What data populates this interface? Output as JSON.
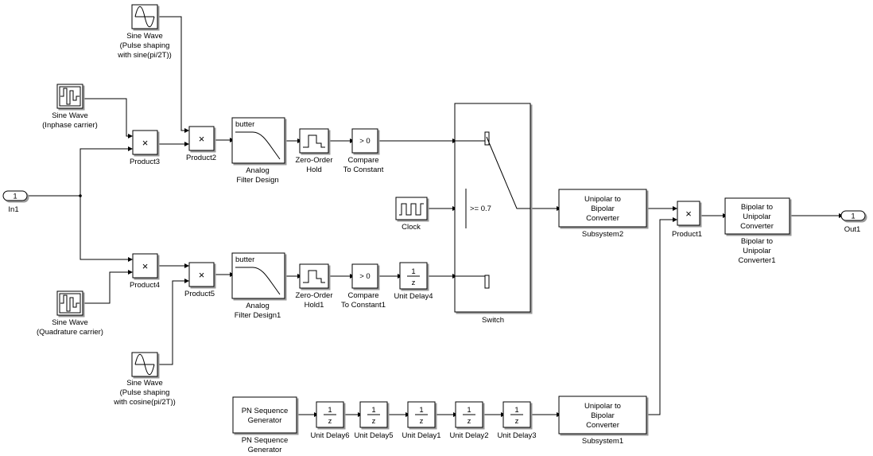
{
  "ports": {
    "in1": {
      "number": "1",
      "label": "In1"
    },
    "out1": {
      "number": "1",
      "label": "Out1"
    }
  },
  "blocks": {
    "sine_pulse_sin": {
      "label": [
        "Sine Wave",
        "(Pulse shaping",
        "with sine(pi/2T))"
      ],
      "icon": "sine-wave-icon"
    },
    "sine_inphase": {
      "label": [
        "Sine Wave",
        "(Inphase carrier)"
      ],
      "icon": "pulse-train-icon"
    },
    "sine_quad": {
      "label": [
        "Sine Wave",
        "(Quadrature carrier)"
      ],
      "icon": "pulse-train-icon"
    },
    "sine_pulse_cos": {
      "label": [
        "Sine Wave",
        "(Pulse shaping",
        "with cosine(pi/2T))"
      ],
      "icon": "sine-wave-icon"
    },
    "product3": {
      "label": "Product3",
      "glyph": "×"
    },
    "product2": {
      "label": "Product2",
      "glyph": "×"
    },
    "product4": {
      "label": "Product4",
      "glyph": "×"
    },
    "product5": {
      "label": "Product5",
      "glyph": "×"
    },
    "product1": {
      "label": "Product1",
      "glyph": "×"
    },
    "filter1": {
      "label": [
        "Analog",
        "Filter Design"
      ],
      "text": "butter"
    },
    "filter2": {
      "label": [
        "Analog",
        "Filter Design1"
      ],
      "text": "butter"
    },
    "zoh1": {
      "label": [
        "Zero-Order",
        "Hold"
      ]
    },
    "zoh2": {
      "label": [
        "Zero-Order",
        "Hold1"
      ]
    },
    "compare1": {
      "label": [
        "Compare",
        "To Constant"
      ],
      "text": "> 0"
    },
    "compare2": {
      "label": [
        "Compare",
        "To Constant1"
      ],
      "text": "> 0"
    },
    "unit_delay4": {
      "label": "Unit Delay4",
      "num": "1",
      "den": "z"
    },
    "clock": {
      "label": "Clock"
    },
    "switch": {
      "label": "Switch",
      "threshold": ">= 0.7"
    },
    "subsystem2": {
      "label": "Subsystem2",
      "text": [
        "Unipolar to",
        "Bipolar",
        "Converter"
      ]
    },
    "subsystem1": {
      "label": "Subsystem1",
      "text": [
        "Unipolar to",
        "Bipolar",
        "Converter"
      ]
    },
    "bipolar": {
      "label": [
        "Bipolar to",
        "Unipolar",
        "Converter1"
      ],
      "text": [
        "Bipolar to",
        "Unipolar",
        "Converter"
      ]
    },
    "pn": {
      "label": [
        "PN Sequence",
        "Generator"
      ],
      "text": [
        "PN Sequence",
        "Generator"
      ]
    },
    "unit_delay6": {
      "label": "Unit Delay6",
      "num": "1",
      "den": "z"
    },
    "unit_delay5": {
      "label": "Unit Delay5",
      "num": "1",
      "den": "z"
    },
    "unit_delay1": {
      "label": "Unit Delay1",
      "num": "1",
      "den": "z"
    },
    "unit_delay2": {
      "label": "Unit Delay2",
      "num": "1",
      "den": "z"
    },
    "unit_delay3": {
      "label": "Unit Delay3",
      "num": "1",
      "den": "z"
    }
  }
}
